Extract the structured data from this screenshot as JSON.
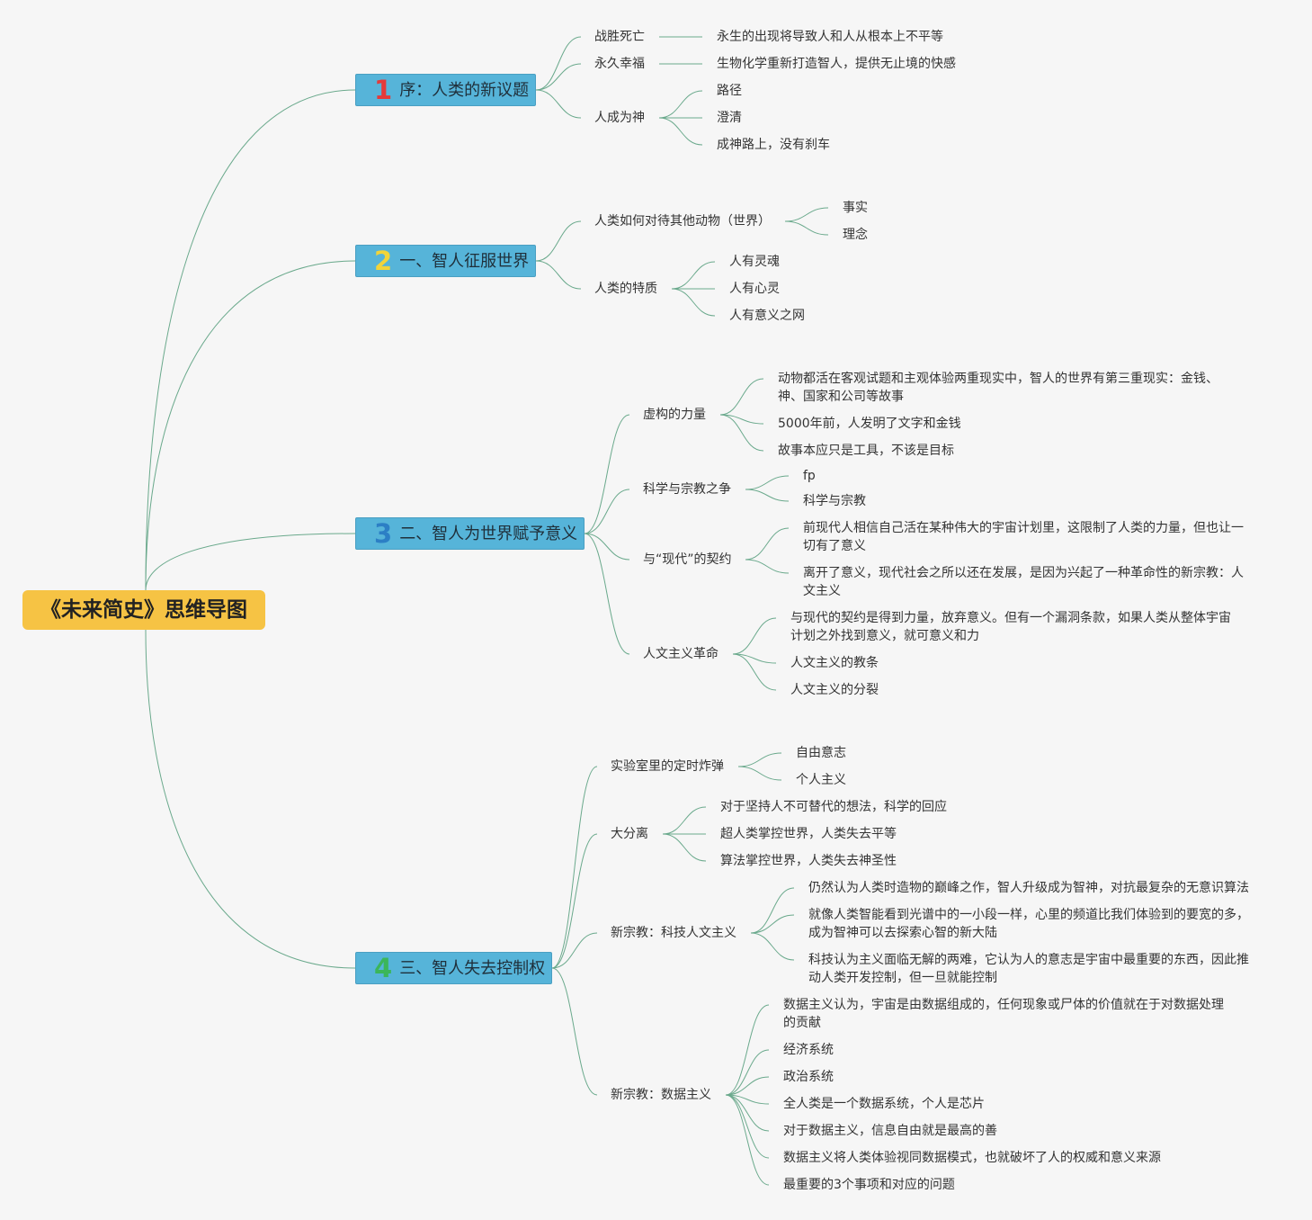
{
  "root": {
    "label": "《未来简史》思维导图"
  },
  "colors": {
    "root": "#f6c344",
    "branch_fill": "#56b4d9",
    "line": "#6aa98c",
    "num1": "#e43a3a",
    "num2": "#f2d43a",
    "num3": "#2c7fc5",
    "num4": "#3bb65a"
  },
  "branches": [
    {
      "num": "1",
      "label": "序：人类的新议题",
      "children": [
        {
          "label": "战胜死亡",
          "children": [
            {
              "label": "永生的出现将导致人和人从根本上不平等"
            }
          ]
        },
        {
          "label": "永久幸福",
          "children": [
            {
              "label": "生物化学重新打造智人，提供无止境的快感"
            }
          ]
        },
        {
          "label": "人成为神",
          "children": [
            {
              "label": "路径"
            },
            {
              "label": "澄清"
            },
            {
              "label": "成神路上，没有刹车"
            }
          ]
        }
      ]
    },
    {
      "num": "2",
      "label": "一、智人征服世界",
      "children": [
        {
          "label": "人类如何对待其他动物（世界）",
          "children": [
            {
              "label": "事实"
            },
            {
              "label": "理念"
            }
          ]
        },
        {
          "label": "人类的特质",
          "children": [
            {
              "label": "人有灵魂"
            },
            {
              "label": "人有心灵"
            },
            {
              "label": "人有意义之网"
            }
          ]
        }
      ]
    },
    {
      "num": "3",
      "label": "二、智人为世界赋予意义",
      "children": [
        {
          "label": "虚构的力量",
          "children": [
            {
              "label": "动物都活在客观试题和主观体验两重现实中，智人的世界有第三重现实：金钱、神、国家和公司等故事"
            },
            {
              "label": "5000年前，人发明了文字和金钱"
            },
            {
              "label": "故事本应只是工具，不该是目标"
            }
          ]
        },
        {
          "label": "科学与宗教之争",
          "children": [
            {
              "label": "fp"
            },
            {
              "label": "科学与宗教"
            }
          ]
        },
        {
          "label": "与“现代”的契约",
          "children": [
            {
              "label": "前现代人相信自己活在某种伟大的宇宙计划里，这限制了人类的力量，但也让一切有了意义"
            },
            {
              "label": "离开了意义，现代社会之所以还在发展，是因为兴起了一种革命性的新宗教：人文主义"
            }
          ]
        },
        {
          "label": "人文主义革命",
          "children": [
            {
              "label": "与现代的契约是得到力量，放弃意义。但有一个漏洞条款，如果人类从整体宇宙计划之外找到意义，就可意义和力"
            },
            {
              "label": "人文主义的教条"
            },
            {
              "label": "人文主义的分裂"
            }
          ]
        }
      ]
    },
    {
      "num": "4",
      "label": "三、智人失去控制权",
      "children": [
        {
          "label": "实验室里的定时炸弹",
          "children": [
            {
              "label": "自由意志"
            },
            {
              "label": "个人主义"
            }
          ]
        },
        {
          "label": "大分离",
          "children": [
            {
              "label": "对于坚持人不可替代的想法，科学的回应"
            },
            {
              "label": "超人类掌控世界，人类失去平等"
            },
            {
              "label": "算法掌控世界，人类失去神圣性"
            }
          ]
        },
        {
          "label": "新宗教：科技人文主义",
          "children": [
            {
              "label": "仍然认为人类时造物的巅峰之作，智人升级成为智神，对抗最复杂的无意识算法"
            },
            {
              "label": "就像人类智能看到光谱中的一小段一样，心里的频道比我们体验到的要宽的多，成为智神可以去探索心智的新大陆"
            },
            {
              "label": "科技认为主义面临无解的两难，它认为人的意志是宇宙中最重要的东西，因此推动人类开发控制，但一旦就能控制"
            }
          ]
        },
        {
          "label": "新宗教：数据主义",
          "children": [
            {
              "label": "数据主义认为，宇宙是由数据组成的，任何现象或尸体的价值就在于对数据处理的贡献"
            },
            {
              "label": "经济系统"
            },
            {
              "label": "政治系统"
            },
            {
              "label": "全人类是一个数据系统，个人是芯片"
            },
            {
              "label": "对于数据主义，信息自由就是最高的善"
            },
            {
              "label": "数据主义将人类体验视同数据模式，也就破坏了人的权威和意义来源"
            },
            {
              "label": "最重要的3个事项和对应的问题"
            }
          ]
        }
      ]
    }
  ]
}
